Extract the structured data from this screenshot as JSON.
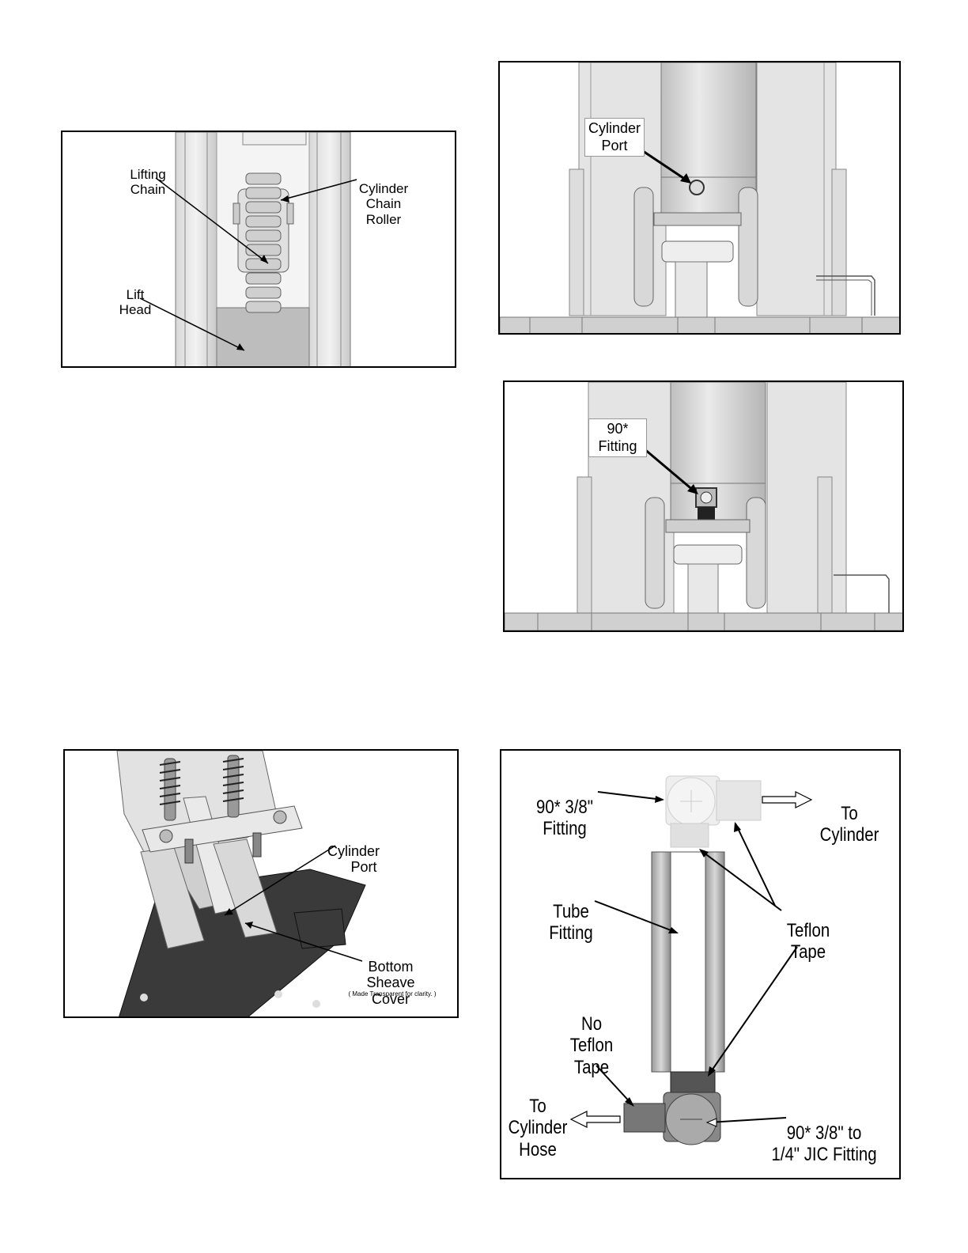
{
  "fig1": {
    "lifting_chain": [
      "Lifting",
      "Chain"
    ],
    "cyl_chain_roller": [
      "Cylinder",
      "Chain",
      "Roller"
    ],
    "lift_head": [
      "Lift",
      "Head"
    ]
  },
  "fig2": {
    "cylinder_port": [
      "Cylinder",
      "Port"
    ]
  },
  "fig3": {
    "fitting_90": [
      "90*",
      "Fitting"
    ]
  },
  "fig4": {
    "cylinder_port": [
      "Cylinder",
      "Port"
    ],
    "bottom_sheave_cover": [
      "Bottom",
      "Sheave",
      "Cover"
    ],
    "note": "( Made Transparent for clarity. )"
  },
  "fig5": {
    "fitting_top": [
      "90* 3/8\"",
      "Fitting"
    ],
    "to_cylinder": [
      "To",
      "Cylinder"
    ],
    "tube_fitting": [
      "Tube",
      "Fitting"
    ],
    "teflon_tape": [
      "Teflon",
      "Tape"
    ],
    "no_teflon_tape": [
      "No",
      "Teflon",
      "Tape"
    ],
    "to_cylinder_hose": [
      "To",
      "Cylinder",
      "Hose"
    ],
    "fitting_bottom": [
      "90* 3/8\" to",
      "1/4\" JIC Fitting"
    ]
  }
}
